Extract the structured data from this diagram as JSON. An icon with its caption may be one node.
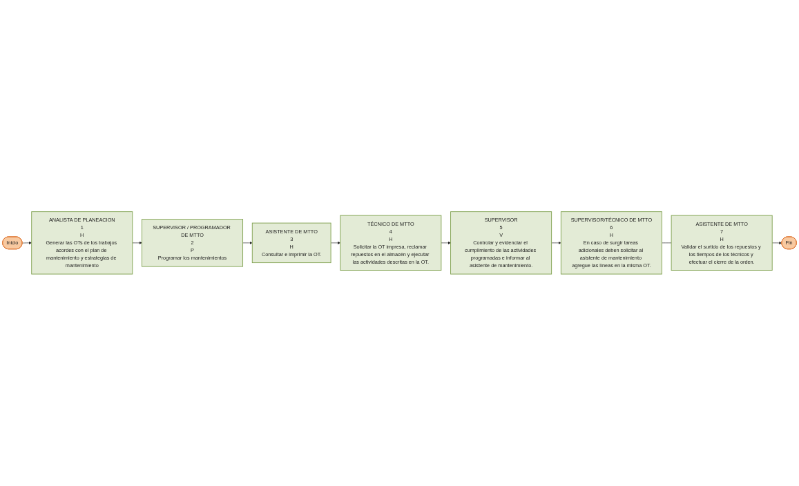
{
  "diagram": {
    "nodes": [
      {
        "text": [
          "Inicio"
        ]
      },
      {
        "text": [
          "ANALISTA DE PLANEACION",
          "1",
          "H",
          "Generar las OTs de los trabajos acordes con el plan de mantenimiento y estrategias de mantenimiento"
        ]
      },
      {
        "text": [
          "SUPERVISOR / PROGRAMADOR DE MTTO",
          "2",
          "P",
          "Programar los mantenimientos"
        ]
      },
      {
        "text": [
          "ASISTENTE DE MTTO",
          "3",
          "H",
          "Consultar e imprimir la OT."
        ]
      },
      {
        "text": [
          "TÉCNICO DE MTTO",
          "4",
          "H",
          "Solicitar la OT impresa, reclamar repuestos en el almacén y ejecutar las actividades descritas en la OT."
        ]
      },
      {
        "text": [
          "SUPERVISOR",
          "5",
          "V",
          "Controlar y evidenciar el cumplimiento de las actividades programadas e informar al asistente de mantenimiento."
        ]
      },
      {
        "text": [
          "SUPERVISOR/TÉCNICO DE MTTO",
          "6",
          "H",
          "En caso de surgir tareas adicionales deben solicitar al asistente de mantenimiento agregue las líneas en la misma OT."
        ]
      },
      {
        "text": [
          "ASISTENTE DE MTTO",
          "7",
          "H",
          "Validar el surtido de los repuestos y los tiempos de los técnicos y efectuar el cierre de la orden."
        ]
      },
      {
        "text": [
          "Fin"
        ]
      }
    ],
    "edges": [
      {
        "from": 0,
        "to": 1,
        "arrow": "to"
      },
      {
        "from": 1,
        "to": 2,
        "arrow": "to"
      },
      {
        "from": 2,
        "to": 3,
        "arrow": "to"
      },
      {
        "from": 3,
        "to": 4,
        "arrow": "to"
      },
      {
        "from": 4,
        "to": 5,
        "arrow": "to"
      },
      {
        "from": 5,
        "to": 6,
        "arrow": "to"
      },
      {
        "from": 6,
        "to": 7,
        "arrow": "none"
      },
      {
        "from": 7,
        "to": 8,
        "arrow": "to"
      }
    ]
  }
}
